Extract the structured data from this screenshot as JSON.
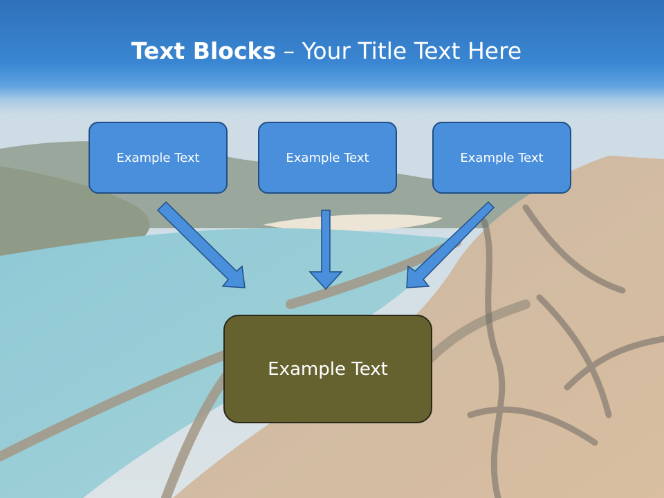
{
  "slide": {
    "title_bold": "Text Blocks",
    "title_dash": " – ",
    "title_rest": "Your Title Text Here"
  },
  "boxes": {
    "top": [
      "Example Text",
      "Example Text",
      "Example Text"
    ],
    "center": "Example Text"
  },
  "colors": {
    "header": "#3a86d2",
    "box_fill": "#4a8fdb",
    "box_border": "#1f4e86",
    "center_fill": "#656230",
    "arrow_fill": "#4a8fdb"
  }
}
